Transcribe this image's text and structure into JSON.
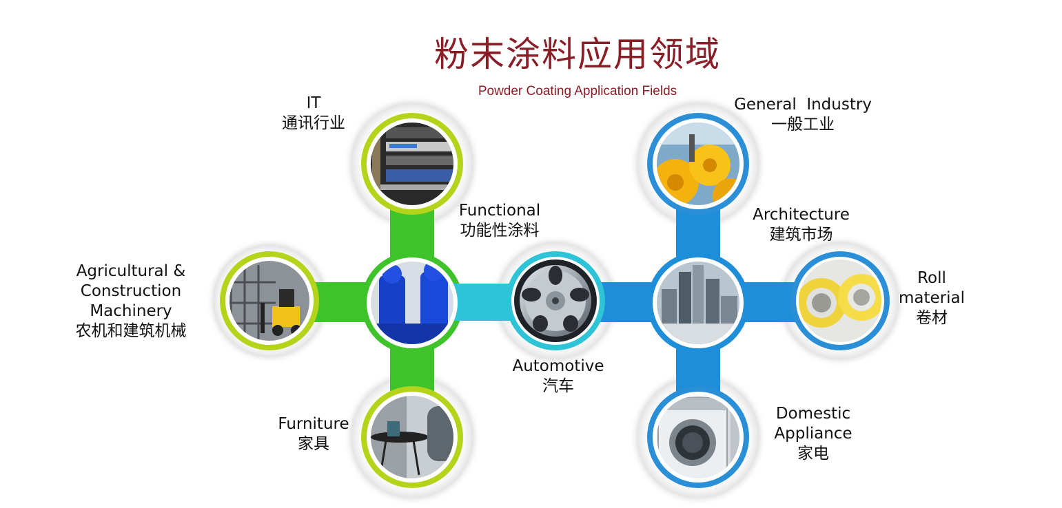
{
  "title": {
    "zh": "粉末涂料应用领域",
    "en": "Powder Coating Application Fields"
  },
  "colors": {
    "title": "#8a1e27",
    "green": "#3ec42a",
    "yellow_ring": "#b4d41c",
    "cyan": "#2ec3d7",
    "blue": "#1e8ed8",
    "blue_ring": "#2a8fd6"
  },
  "nodes": {
    "it": {
      "en": "IT",
      "zh": "通讯行业",
      "icon": "server-rack-photo"
    },
    "functional": {
      "en": "Functional",
      "zh": "功能性涂料",
      "icon": "blue-valve-photo"
    },
    "agricultural": {
      "en1": "Agricultural &",
      "en2": "Construction",
      "en3": "Machinery",
      "zh": "农机和建筑机械",
      "icon": "forklift-photo"
    },
    "furniture": {
      "en": "Furniture",
      "zh": "家具",
      "icon": "side-table-photo"
    },
    "automotive": {
      "en": "Automotive",
      "zh": "汽车",
      "icon": "wheel-rim-photo"
    },
    "general": {
      "en": "General  Industry",
      "zh": "一般工业",
      "icon": "yellow-gears-photo"
    },
    "architecture": {
      "en": "Architecture",
      "zh": "建筑市场",
      "icon": "skyscrapers-photo"
    },
    "roll": {
      "en1": "Roll",
      "en2": "material",
      "zh": "卷材",
      "icon": "coil-rolls-photo"
    },
    "domestic": {
      "en1": "Domestic",
      "en2": "Appliance",
      "zh": "家电",
      "icon": "washing-machine-photo"
    }
  }
}
